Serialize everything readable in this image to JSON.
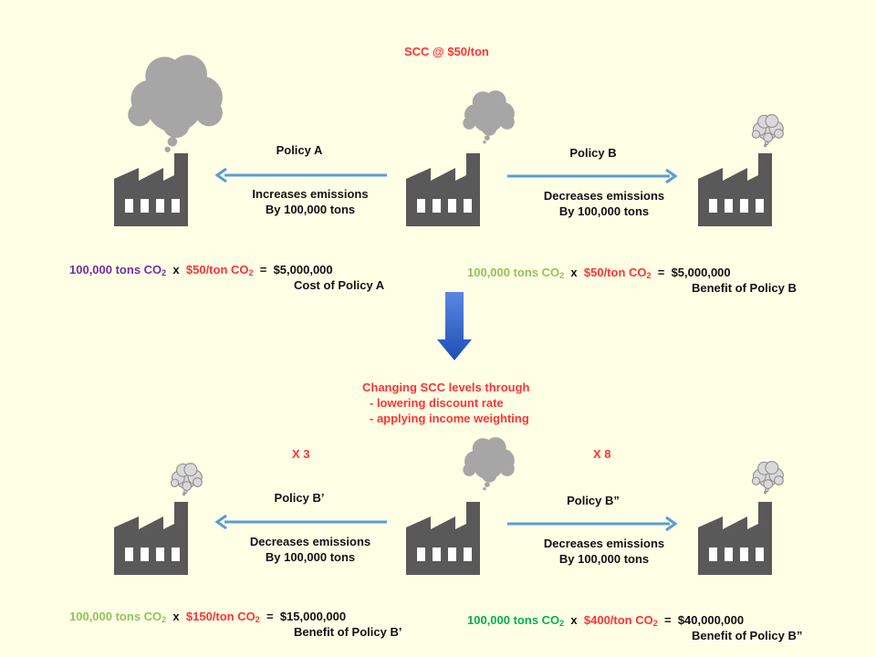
{
  "colors": {
    "background": "#ffffe6",
    "factory": "#595959",
    "cloud": "#a6a6a6",
    "arrow": "#5b9bd5",
    "down_arrow": "#2f5fc4",
    "red_text": "#ff3333",
    "purple_text": "#7030a0",
    "light_green_text": "#8fc45a",
    "dark_green_text": "#00b050"
  },
  "icons": [
    "factory-icon",
    "smoke-cloud-icon",
    "arrow-left-icon",
    "arrow-right-icon",
    "arrow-down-icon"
  ],
  "top": {
    "scc_label": "SCC @ $50/ton",
    "left": {
      "policy": "Policy A",
      "effect_line1": "Increases emissions",
      "effect_line2": "By 100,000 tons",
      "eq_tons": "100,000 tons CO",
      "eq_sub": "2",
      "eq_x": "x",
      "eq_rate": "$50/ton CO",
      "eq_rate_sub": "2",
      "eq_equals": "=",
      "eq_result": "$5,000,000",
      "caption": "Cost of Policy A"
    },
    "right": {
      "policy": "Policy B",
      "effect_line1": "Decreases emissions",
      "effect_line2": "By 100,000 tons",
      "eq_tons": "100,000 tons CO",
      "eq_sub": "2",
      "eq_x": "x",
      "eq_rate": "$50/ton CO",
      "eq_rate_sub": "2",
      "eq_equals": "=",
      "eq_result": "$5,000,000",
      "caption": "Benefit of Policy B"
    }
  },
  "middle": {
    "line1": "Changing SCC levels through",
    "line2": "- lowering discount rate",
    "line3": "- applying income weighting"
  },
  "bottom": {
    "left": {
      "multiplier": "X 3",
      "policy": "Policy B’",
      "effect_line1": "Decreases emissions",
      "effect_line2": "By 100,000 tons",
      "eq_tons": "100,000 tons CO",
      "eq_sub": "2",
      "eq_x": "x",
      "eq_rate": "$150/ton CO",
      "eq_rate_sub": "2",
      "eq_equals": "=",
      "eq_result": "$15,000,000",
      "caption": "Benefit of Policy B’"
    },
    "right": {
      "multiplier": "X 8",
      "policy": "Policy B”",
      "effect_line1": "Decreases emissions",
      "effect_line2": "By 100,000 tons",
      "eq_tons": "100,000 tons CO",
      "eq_sub": "2",
      "eq_x": "x",
      "eq_rate": "$400/ton CO",
      "eq_rate_sub": "2",
      "eq_equals": "=",
      "eq_result": "$40,000,000",
      "caption": "Benefit of Policy B”"
    }
  }
}
